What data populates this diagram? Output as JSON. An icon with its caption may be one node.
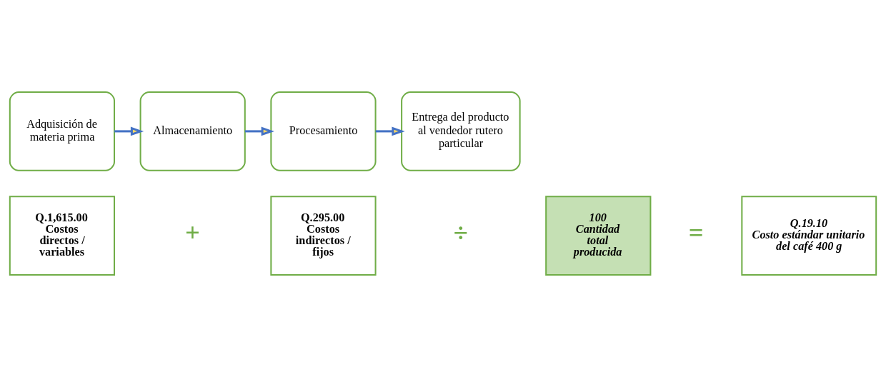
{
  "diagram": {
    "nodes": [
      {
        "text": [
          "Adquisición de materia prima"
        ]
      },
      {
        "text": [
          "Almacenamiento"
        ]
      },
      {
        "text": [
          "Procesamiento"
        ]
      },
      {
        "text": [
          "Entrega del producto al vendedor rutero particular"
        ]
      },
      {
        "text": [
          "Q.1,615.00",
          "Costos directos / variables"
        ]
      },
      {
        "text": [
          "Q.295.00",
          "Costos indirectos / fijos"
        ]
      },
      {
        "text": [
          "100",
          "Cantidad total producida"
        ]
      },
      {
        "text": [
          "Q.19.10",
          "Costo estándar unitario del café 400 g"
        ]
      }
    ],
    "edges": [
      {
        "from": 0,
        "to": 1,
        "arrow": "to"
      },
      {
        "from": 1,
        "to": 2,
        "arrow": "to"
      },
      {
        "from": 2,
        "to": 3,
        "arrow": "to"
      }
    ],
    "labels": [
      "+",
      "÷",
      "="
    ]
  }
}
